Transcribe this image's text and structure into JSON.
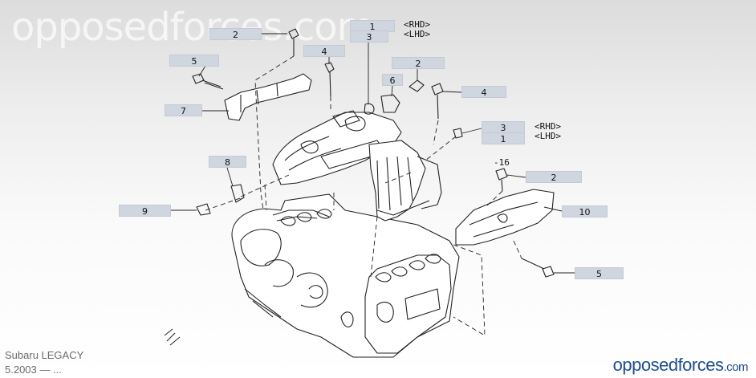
{
  "watermark": "opposedforces.com",
  "vehicle": {
    "model": "Subaru LEGACY",
    "years": "5.2003 — ..."
  },
  "brand": {
    "name": "opposedforces",
    "tld": ".com"
  },
  "callouts": [
    {
      "id": "c1",
      "label": "2"
    },
    {
      "id": "c2",
      "label": "1"
    },
    {
      "id": "c3",
      "label": "3"
    },
    {
      "id": "c4",
      "label": "4"
    },
    {
      "id": "c5",
      "label": "5"
    },
    {
      "id": "c6",
      "label": "2"
    },
    {
      "id": "c7",
      "label": "6"
    },
    {
      "id": "c8",
      "label": "4"
    },
    {
      "id": "c9",
      "label": "7"
    },
    {
      "id": "c10",
      "label": "3"
    },
    {
      "id": "c11",
      "label": "1"
    },
    {
      "id": "c12",
      "label": "8"
    },
    {
      "id": "c13",
      "label": "2"
    },
    {
      "id": "c14",
      "label": "9"
    },
    {
      "id": "c15",
      "label": "10"
    },
    {
      "id": "c16",
      "label": "5"
    }
  ],
  "notes": {
    "top": "<RHD>\n<LHD>",
    "mid": "<RHD>\n<LHD>",
    "sub": "-16"
  }
}
